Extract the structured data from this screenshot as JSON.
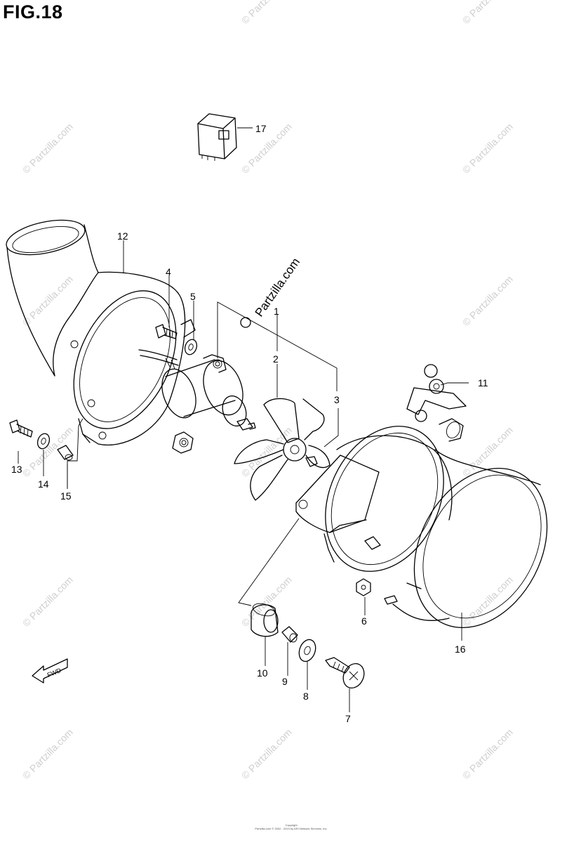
{
  "figure": {
    "title": "FIG.18"
  },
  "callouts": [
    {
      "id": "1",
      "label": "1"
    },
    {
      "id": "2",
      "label": "2"
    },
    {
      "id": "3",
      "label": "3"
    },
    {
      "id": "4",
      "label": "4"
    },
    {
      "id": "5",
      "label": "5"
    },
    {
      "id": "6",
      "label": "6"
    },
    {
      "id": "7",
      "label": "7"
    },
    {
      "id": "8",
      "label": "8"
    },
    {
      "id": "9",
      "label": "9"
    },
    {
      "id": "10",
      "label": "10"
    },
    {
      "id": "11",
      "label": "11"
    },
    {
      "id": "12",
      "label": "12"
    },
    {
      "id": "13",
      "label": "13"
    },
    {
      "id": "14",
      "label": "14"
    },
    {
      "id": "15",
      "label": "15"
    },
    {
      "id": "16",
      "label": "16"
    },
    {
      "id": "17",
      "label": "17"
    }
  ],
  "direction_marker": {
    "label": "FWD"
  },
  "watermark": {
    "text": "© Partzilla.com",
    "center_text": "Partzilla.com"
  },
  "footer": {
    "line1": "Copyright",
    "line2": "Partzilla.com © 2002 - 2019 by ARI Network Services, Inc."
  }
}
